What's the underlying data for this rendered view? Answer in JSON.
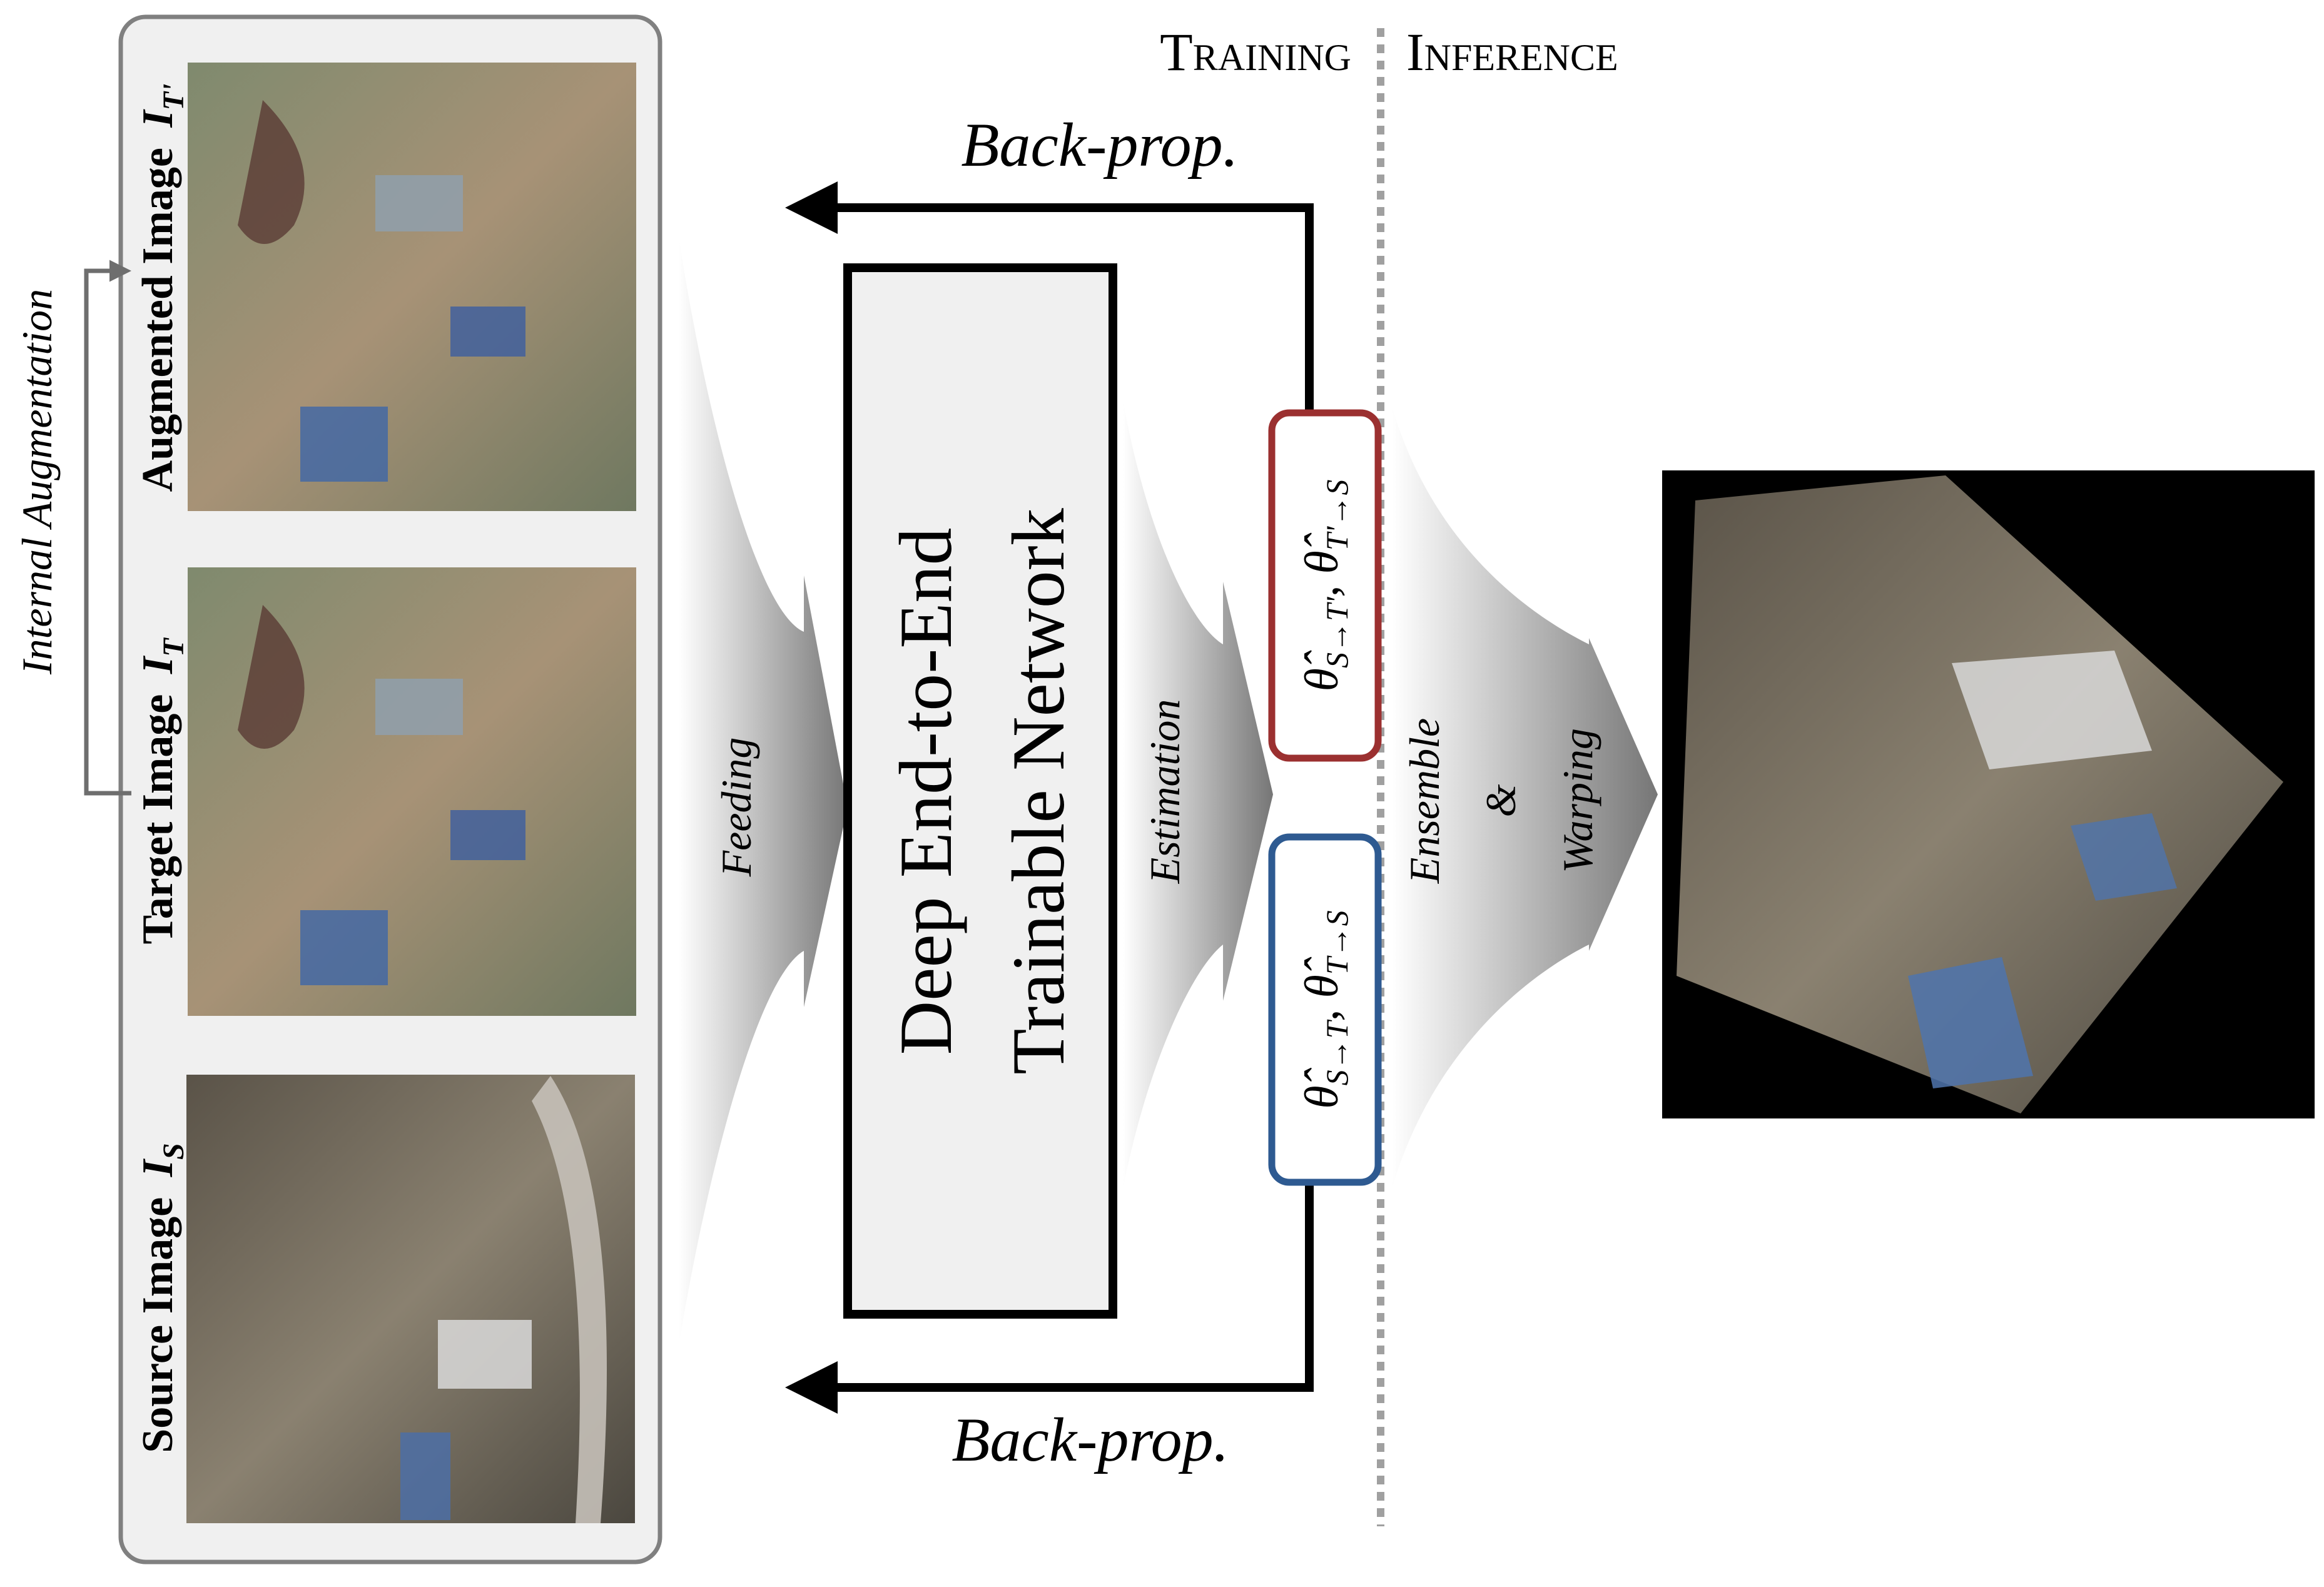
{
  "phase_labels": {
    "training": "Training",
    "inference": "Inference"
  },
  "input_images": {
    "augmented": {
      "label": "Augmented Image",
      "symbol_base": "I",
      "symbol_sub": "T'"
    },
    "target": {
      "label": "Target Image",
      "symbol_base": "I",
      "symbol_sub": "T"
    },
    "source": {
      "label": "Source Image",
      "symbol_base": "I",
      "symbol_sub": "S"
    }
  },
  "internal_augmentation_label": "Internal Augmentation",
  "feeding_label": "Feeding",
  "network_label_line1": "Deep End-to-End",
  "network_label_line2": "Trainable Network",
  "estimation_label": "Estimation",
  "backprop_top_label": "Back-prop.",
  "backprop_bottom_label": "Back-prop.",
  "estimate_top": {
    "theta_1": "θ̂",
    "sub_1": "S→T'",
    "separator": ",",
    "theta_2": "θ̂",
    "sub_2": "T'→S"
  },
  "estimate_bottom": {
    "theta_1": "θ̂",
    "sub_1": "S→T",
    "separator": ",",
    "theta_2": "θ̂",
    "sub_2": "T→S"
  },
  "ensemble_label": "Ensemble",
  "ampersand_label": "&",
  "warping_label": "Warping",
  "colors": {
    "panel_fill": "#f0f0f0",
    "panel_stroke": "#808080",
    "network_fill": "#f0f0f0",
    "estimate_top_stroke": "#9b3030",
    "estimate_bottom_stroke": "#2e5a91",
    "divider": "#a0a0a0",
    "arrow_dark": "#6e6e6e"
  }
}
